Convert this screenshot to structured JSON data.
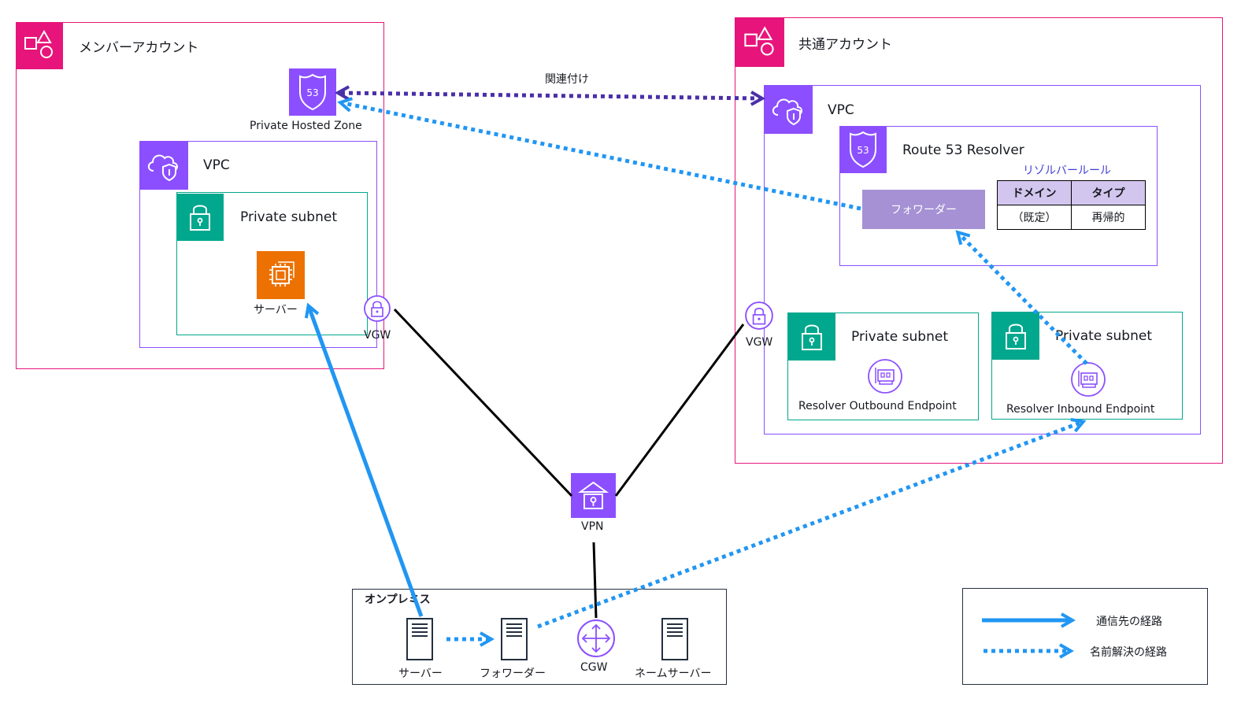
{
  "member_account": {
    "label": "メンバーアカウント",
    "phz_label": "Private Hosted Zone",
    "vpc_label": "VPC",
    "subnet_label": "Private subnet",
    "server_label": "サーバー",
    "vgw_label": "VGW"
  },
  "association_label": "関連付け",
  "shared_account": {
    "label": "共通アカウント",
    "vpc_label": "VPC",
    "resolver_label": "Route 53 Resolver",
    "forwarder_label": "フォワーダー",
    "rules_title": "リゾルバールール",
    "rules_table": {
      "headers": [
        "ドメイン",
        "タイプ"
      ],
      "rows": [
        [
          "（既定）",
          "再帰的"
        ]
      ]
    },
    "vgw_label": "VGW",
    "outbound_subnet_label": "Private subnet",
    "outbound_endpoint_label": "Resolver Outbound Endpoint",
    "inbound_subnet_label": "Private subnet",
    "inbound_endpoint_label": "Resolver Inbound Endpoint"
  },
  "vpn_label": "VPN",
  "onprem": {
    "label": "オンプレミス",
    "server_label": "サーバー",
    "forwarder_label": "フォワーダー",
    "cgw_label": "CGW",
    "nameserver_label": "ネームサーバー"
  },
  "legend": {
    "items": [
      {
        "style": "solid",
        "label": "通信先の経路"
      },
      {
        "style": "dotted",
        "label": "名前解決の経路"
      }
    ]
  },
  "colors": {
    "account_border": "#e7157b",
    "vpc_border": "#8c4fff",
    "subnet_border": "#01a88d",
    "ec2": "#ed7100",
    "route53": "#8c4fff",
    "arrow_blue": "#2196f3",
    "association_purple": "#4b2fa8",
    "forwarder_box": "#a591d4"
  }
}
